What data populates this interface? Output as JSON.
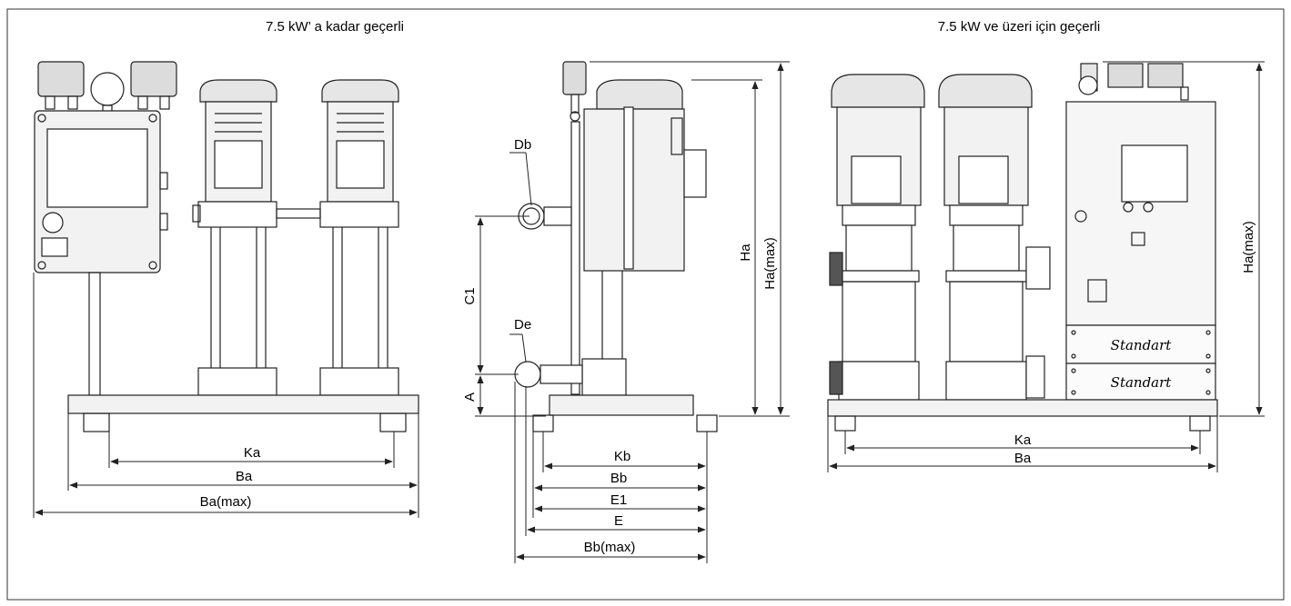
{
  "left_title": "7.5 kW’ a kadar geçerli",
  "right_title": "7.5 kW ve üzeri için geçerli",
  "left_view": {
    "ka": "Ka",
    "ba": "Ba",
    "ba_max": "Ba(max)"
  },
  "side_view": {
    "db": "Db",
    "de": "De",
    "c1": "C1",
    "a": "A",
    "ha": "Ha",
    "ha_max": "Ha(max)",
    "kb": "Kb",
    "bb": "Bb",
    "e1": "E1",
    "e": "E",
    "bb_max": "Bb(max)"
  },
  "right_view": {
    "ka": "Ka",
    "ba": "Ba",
    "ha_max": "Ha(max)",
    "brand_1": "Standart",
    "brand_2": "Standart"
  }
}
